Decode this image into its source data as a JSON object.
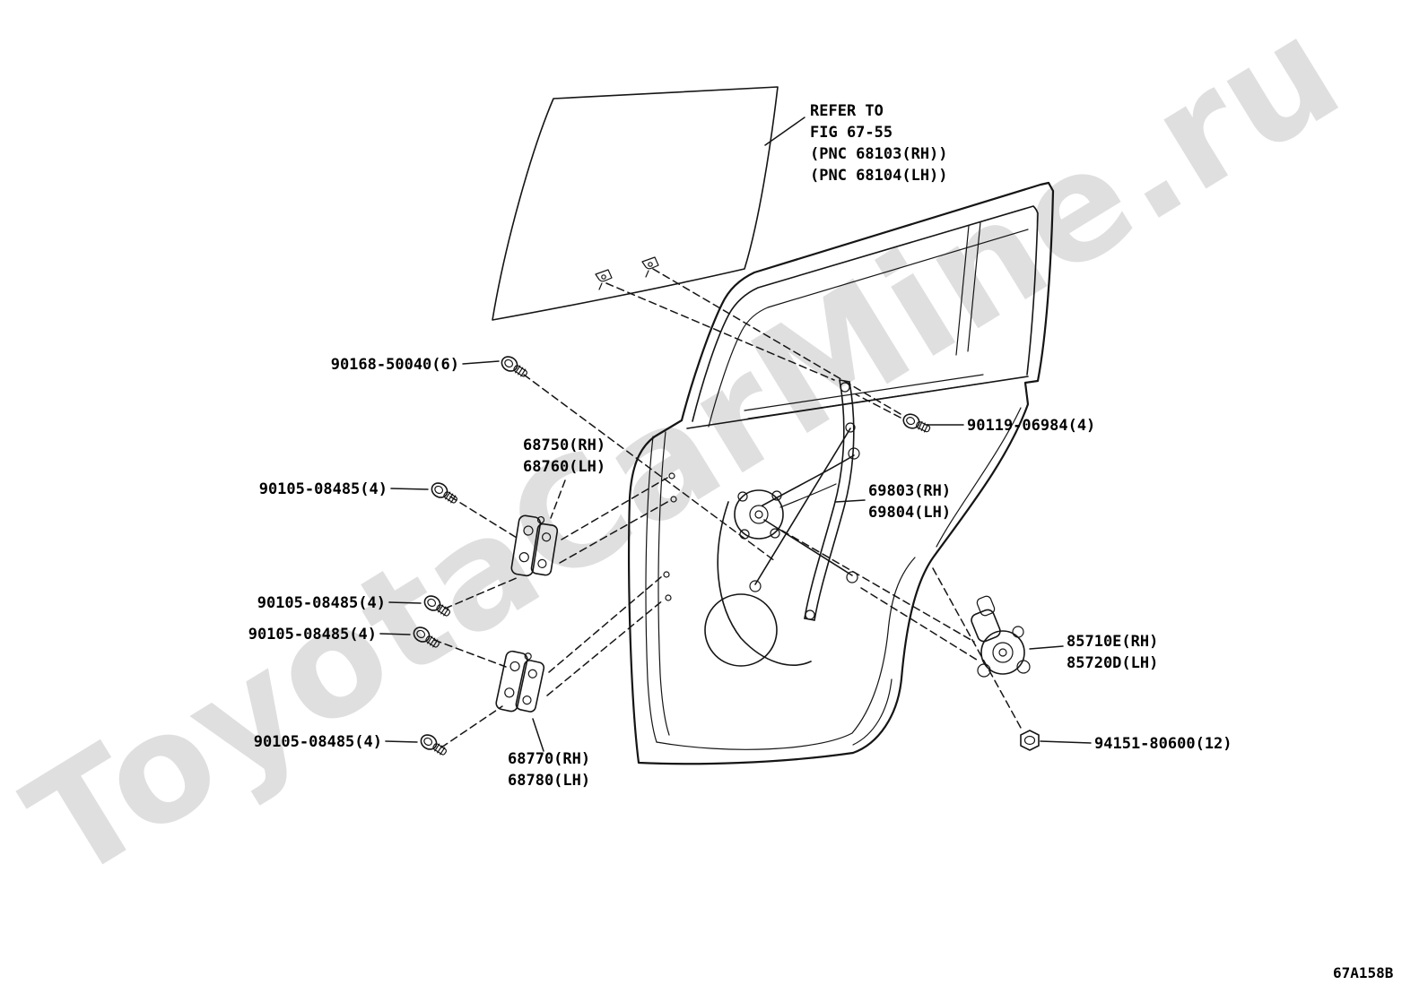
{
  "doc": {
    "figure_code": "67A158B",
    "watermark": "ToyotaCarMine.ru"
  },
  "callouts": {
    "refer_to": {
      "line1": "REFER TO",
      "line2": "FIG 67-55",
      "line3": "(PNC 68103(RH))",
      "line4": "(PNC 68104(LH))"
    },
    "glass_screw": {
      "part": "90168-50040(6)"
    },
    "upper_hinge": {
      "line1": "68750(RH)",
      "line2": "68760(LH)"
    },
    "hinge_bolt_1": {
      "part": "90105-08485(4)"
    },
    "hinge_bolt_2": {
      "part": "90105-08485(4)"
    },
    "hinge_bolt_3": {
      "part": "90105-08485(4)"
    },
    "hinge_bolt_4": {
      "part": "90105-08485(4)"
    },
    "frame_bolt": {
      "part": "90119-06984(4)"
    },
    "regulator": {
      "line1": "69803(RH)",
      "line2": "69804(LH)"
    },
    "motor": {
      "line1": "85710E(RH)",
      "line2": "85720D(LH)"
    },
    "nut": {
      "part": "94151-80600(12)"
    },
    "lower_hinge": {
      "line1": "68770(RH)",
      "line2": "68780(LH)"
    }
  }
}
